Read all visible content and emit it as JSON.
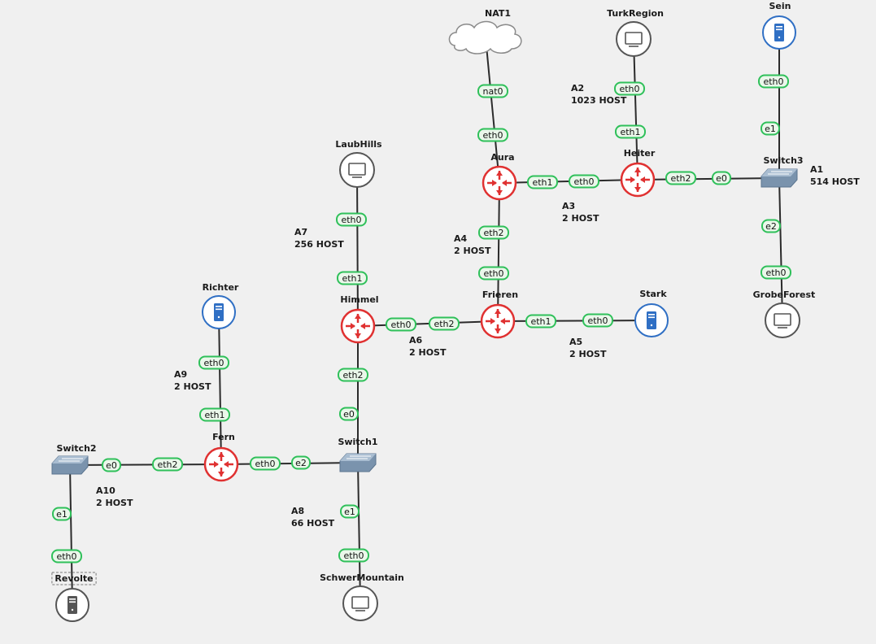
{
  "nodes": [
    {
      "id": "NAT1",
      "label": "NAT1",
      "type": "cloud"
    },
    {
      "id": "TurkRegion",
      "label": "TurkRegion",
      "type": "pc"
    },
    {
      "id": "Sein",
      "label": "Sein",
      "type": "server"
    },
    {
      "id": "LaubHills",
      "label": "LaubHills",
      "type": "pc"
    },
    {
      "id": "Aura",
      "label": "Aura",
      "type": "router"
    },
    {
      "id": "Heiter",
      "label": "Heiter",
      "type": "router"
    },
    {
      "id": "Switch3",
      "label": "Switch3",
      "type": "switch"
    },
    {
      "id": "GrobeForest",
      "label": "GrobeForest",
      "type": "pc"
    },
    {
      "id": "Richter",
      "label": "Richter",
      "type": "server"
    },
    {
      "id": "Himmel",
      "label": "Himmel",
      "type": "router"
    },
    {
      "id": "Frieren",
      "label": "Frieren",
      "type": "router"
    },
    {
      "id": "Stark",
      "label": "Stark",
      "type": "server"
    },
    {
      "id": "Switch2",
      "label": "Switch2",
      "type": "switch"
    },
    {
      "id": "Fern",
      "label": "Fern",
      "type": "router"
    },
    {
      "id": "Switch1",
      "label": "Switch1",
      "type": "switch"
    },
    {
      "id": "Revolte",
      "label": "Revolte",
      "type": "server-gray",
      "selected": true
    },
    {
      "id": "SchwerMountain",
      "label": "SchwerMountain",
      "type": "pc"
    }
  ],
  "links": [
    {
      "a": "NAT1",
      "b": "Aura",
      "ports": [
        "nat0",
        "eth0"
      ]
    },
    {
      "a": "TurkRegion",
      "b": "Heiter",
      "ports": [
        "eth0",
        "eth1"
      ]
    },
    {
      "a": "Sein",
      "b": "Switch3",
      "ports": [
        "eth0",
        "e1"
      ]
    },
    {
      "a": "Aura",
      "b": "Heiter",
      "ports": [
        "eth1",
        "eth0"
      ]
    },
    {
      "a": "Heiter",
      "b": "Switch3",
      "ports": [
        "eth2",
        "e0"
      ]
    },
    {
      "a": "Switch3",
      "b": "GrobeForest",
      "ports": [
        "e2",
        "eth0"
      ]
    },
    {
      "a": "LaubHills",
      "b": "Himmel",
      "ports": [
        "eth0",
        "eth1"
      ]
    },
    {
      "a": "Aura",
      "b": "Frieren",
      "ports": [
        "eth2",
        "eth0"
      ]
    },
    {
      "a": "Himmel",
      "b": "Frieren",
      "ports": [
        "eth0",
        "eth2"
      ]
    },
    {
      "a": "Frieren",
      "b": "Stark",
      "ports": [
        "eth1",
        "eth0"
      ]
    },
    {
      "a": "Richter",
      "b": "Fern",
      "ports": [
        "eth0",
        "eth1"
      ]
    },
    {
      "a": "Himmel",
      "b": "Switch1",
      "ports": [
        "eth2",
        "e0"
      ]
    },
    {
      "a": "Switch2",
      "b": "Fern",
      "ports": [
        "e0",
        "eth2"
      ]
    },
    {
      "a": "Fern",
      "b": "Switch1",
      "ports": [
        "eth0",
        "e2"
      ]
    },
    {
      "a": "Switch2",
      "b": "Revolte",
      "ports": [
        "e1",
        "eth0"
      ]
    },
    {
      "a": "Switch1",
      "b": "SchwerMountain",
      "ports": [
        "e1",
        "eth0"
      ]
    }
  ],
  "networks": [
    {
      "name": "A1",
      "hosts": "514 HOST"
    },
    {
      "name": "A2",
      "hosts": "1023 HOST"
    },
    {
      "name": "A3",
      "hosts": "2 HOST"
    },
    {
      "name": "A4",
      "hosts": "2 HOST"
    },
    {
      "name": "A5",
      "hosts": "2 HOST"
    },
    {
      "name": "A6",
      "hosts": "2 HOST"
    },
    {
      "name": "A7",
      "hosts": "256 HOST"
    },
    {
      "name": "A8",
      "hosts": "66 HOST"
    },
    {
      "name": "A9",
      "hosts": "2 HOST"
    },
    {
      "name": "A10",
      "hosts": "2 HOST"
    }
  ],
  "colors": {
    "router": "#e03131",
    "server": "#2f6fc4",
    "pc": "#555555",
    "switch": "#7a93ad",
    "port": "#2fc05a",
    "background": "#f0f0f0"
  }
}
